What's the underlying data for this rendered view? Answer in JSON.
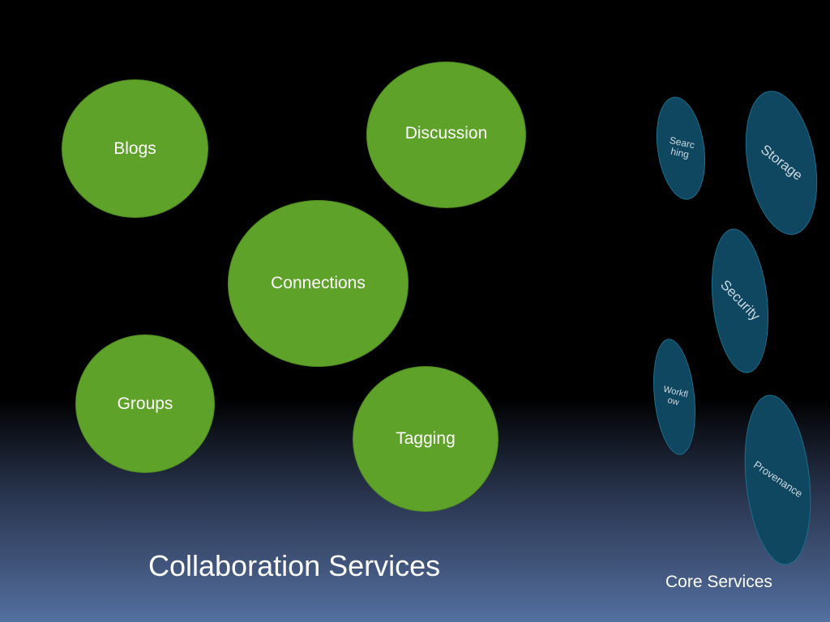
{
  "collaboration": {
    "title": "Collaboration Services",
    "bubbles": {
      "blogs": "Blogs",
      "discussion": "Discussion",
      "connections": "Connections",
      "groups": "Groups",
      "tagging": "Tagging"
    }
  },
  "core": {
    "title": "Core Services",
    "bubbles": {
      "searching": "Searching",
      "storage": "Storage",
      "security": "Security",
      "workflow": "Workflow",
      "provenance": "Provenance"
    }
  },
  "colors": {
    "collaboration_bubble": "#5fa22a",
    "core_bubble": "#0f4760",
    "core_bubble_border": "#1e6f8e",
    "background_top": "#000000",
    "background_bottom": "#5370a0"
  }
}
